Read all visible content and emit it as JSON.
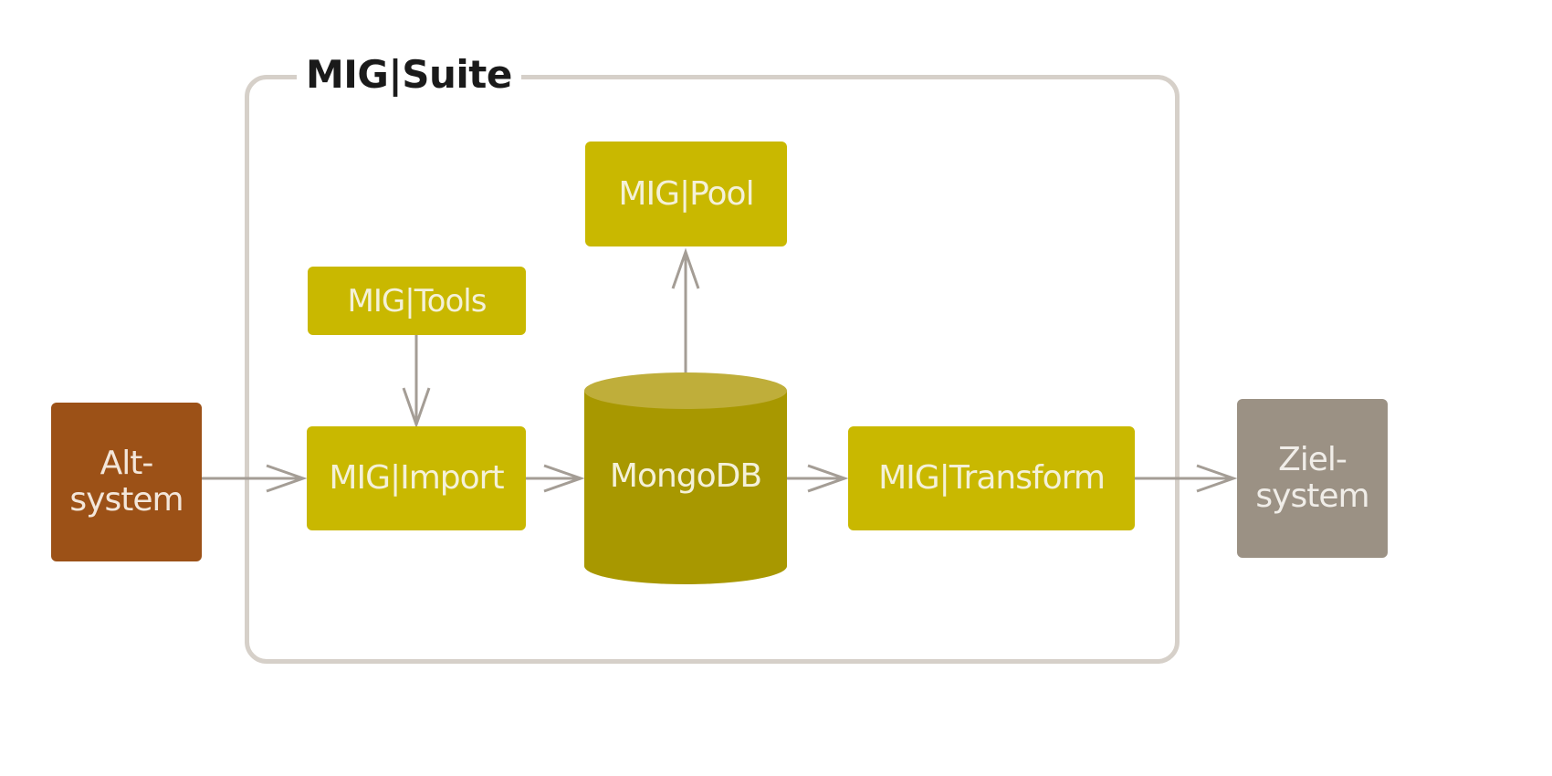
{
  "diagram": {
    "title": "MIG|Suite",
    "nodes": {
      "alt_system": {
        "label": "Alt-\nsystem",
        "line1": "Alt-",
        "line2": "system",
        "color": "#9c5117"
      },
      "tools": {
        "label": "MIG|Tools",
        "color": "#c9b800"
      },
      "pool": {
        "label": "MIG|Pool",
        "color": "#c9b800"
      },
      "import": {
        "label": "MIG|Import",
        "color": "#c9b800"
      },
      "mongodb": {
        "label": "MongoDB",
        "shape": "cylinder",
        "color": "#a89800"
      },
      "transform": {
        "label": "MIG|Transform",
        "color": "#c9b800"
      },
      "ziel_system": {
        "label": "Ziel-\nsystem",
        "line1": "Ziel-",
        "line2": "system",
        "color": "#9b9184"
      }
    },
    "edges": [
      {
        "from": "Alt-system",
        "to": "MIG|Import"
      },
      {
        "from": "MIG|Tools",
        "to": "MIG|Import"
      },
      {
        "from": "MIG|Import",
        "to": "MongoDB"
      },
      {
        "from": "MongoDB",
        "to": "MIG|Pool"
      },
      {
        "from": "MongoDB",
        "to": "MIG|Transform"
      },
      {
        "from": "MIG|Transform",
        "to": "Ziel-system"
      }
    ],
    "colors": {
      "frame": "#d6d0c9",
      "arrow": "#a49d95",
      "text_light": "#f4f1d8"
    }
  }
}
